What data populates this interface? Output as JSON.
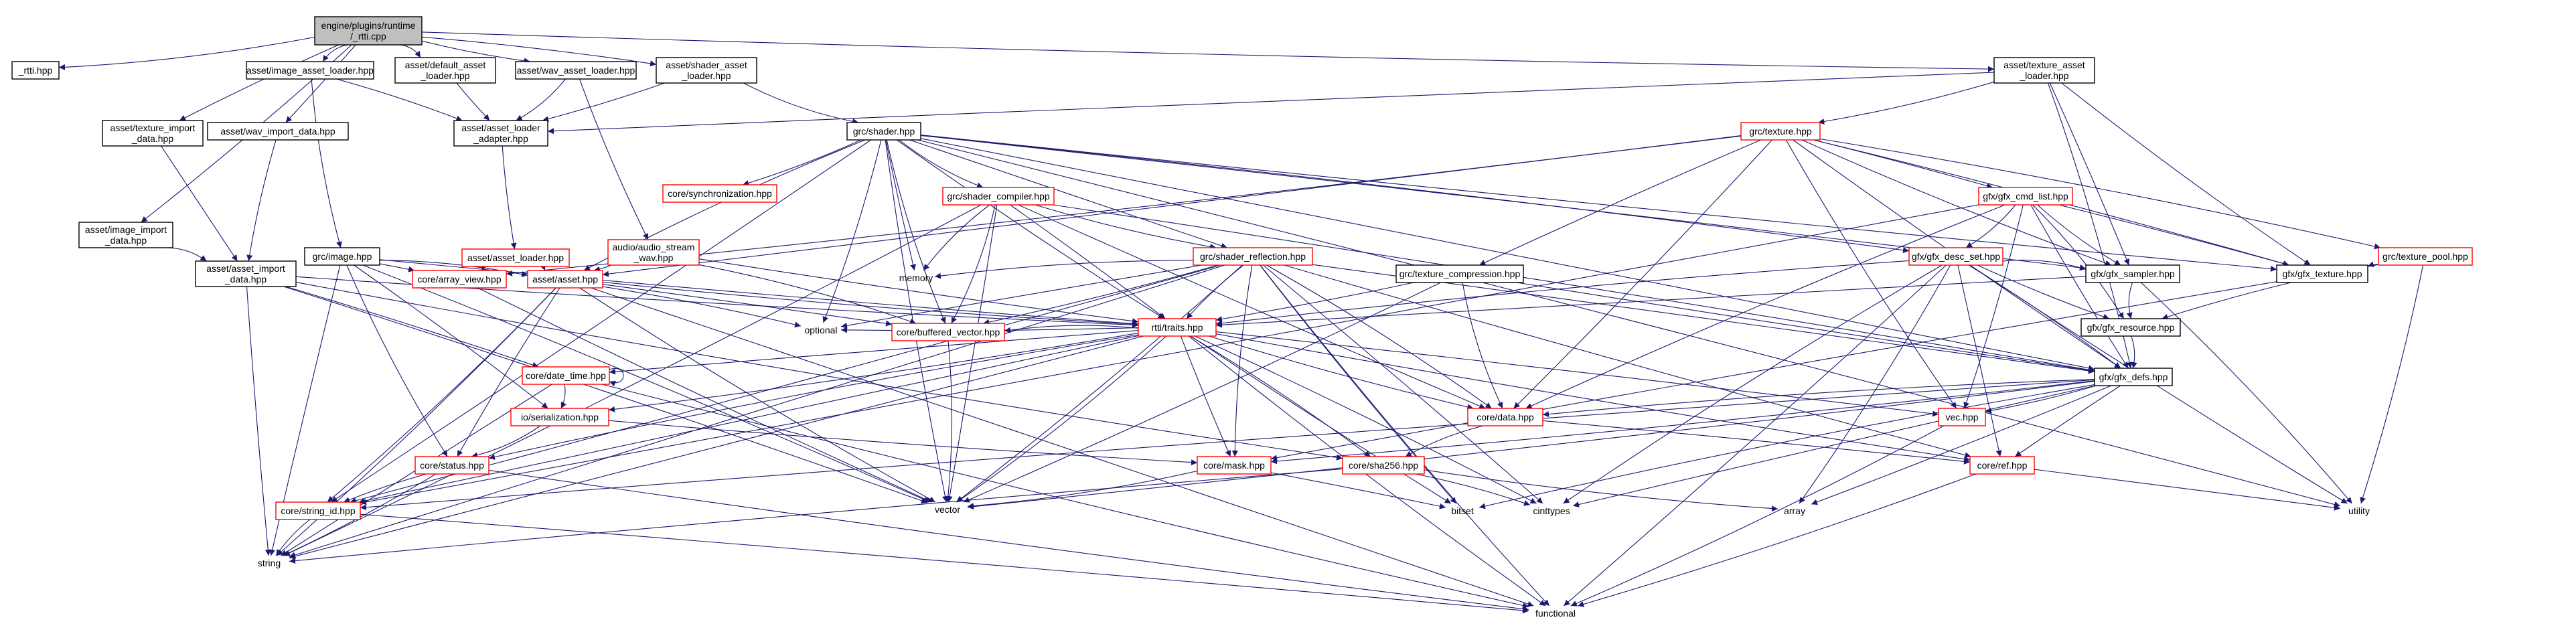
{
  "diagram": {
    "kind": "include-dependency-graph",
    "colors": {
      "edge": "#191970",
      "box_border": "#000000",
      "missing_border": "#ff0000",
      "root_fill": "#bfbfbf",
      "background": "#ffffff"
    },
    "nodes": [
      {
        "id": "root",
        "lines": [
          "engine/plugins/runtime",
          "/_rtti.cpp"
        ],
        "style": "root"
      },
      {
        "id": "rtti_h",
        "lines": [
          "_rtti.hpp"
        ],
        "style": "box"
      },
      {
        "id": "texture_import_data",
        "lines": [
          "asset/texture_import",
          "_data.hpp"
        ],
        "style": "box"
      },
      {
        "id": "image_import_data",
        "lines": [
          "asset/image_import",
          "_data.hpp"
        ],
        "style": "box"
      },
      {
        "id": "image_asset_loader",
        "lines": [
          "asset/image_asset_loader.hpp"
        ],
        "style": "box"
      },
      {
        "id": "wav_import_data",
        "lines": [
          "asset/wav_import_data.hpp"
        ],
        "style": "box"
      },
      {
        "id": "default_asset_loader",
        "lines": [
          "asset/default_asset",
          "_loader.hpp"
        ],
        "style": "box"
      },
      {
        "id": "wav_asset_loader",
        "lines": [
          "asset/wav_asset_loader.hpp"
        ],
        "style": "box"
      },
      {
        "id": "shader_asset_loader",
        "lines": [
          "asset/shader_asset",
          "_loader.hpp"
        ],
        "style": "box"
      },
      {
        "id": "texture_asset_loader",
        "lines": [
          "asset/texture_asset",
          "_loader.hpp"
        ],
        "style": "box"
      },
      {
        "id": "asset_loader_adapter",
        "lines": [
          "asset/asset_loader",
          "_adapter.hpp"
        ],
        "style": "box"
      },
      {
        "id": "shader",
        "lines": [
          "grc/shader.hpp"
        ],
        "style": "box"
      },
      {
        "id": "texture",
        "lines": [
          "grc/texture.hpp"
        ],
        "style": "missing"
      },
      {
        "id": "asset_import_data",
        "lines": [
          "asset/asset_import",
          "_data.hpp"
        ],
        "style": "box"
      },
      {
        "id": "image",
        "lines": [
          "grc/image.hpp"
        ],
        "style": "box"
      },
      {
        "id": "asset_loader",
        "lines": [
          "asset/asset_loader.hpp"
        ],
        "style": "missing"
      },
      {
        "id": "audio_stream_wav",
        "lines": [
          "audio/audio_stream",
          "_wav.hpp"
        ],
        "style": "missing"
      },
      {
        "id": "synchronization",
        "lines": [
          "core/synchronization.hpp"
        ],
        "style": "missing"
      },
      {
        "id": "shader_compiler",
        "lines": [
          "grc/shader_compiler.hpp"
        ],
        "style": "missing"
      },
      {
        "id": "shader_reflection",
        "lines": [
          "grc/shader_reflection.hpp"
        ],
        "style": "missing"
      },
      {
        "id": "gfx_cmd_list",
        "lines": [
          "gfx/gfx_cmd_list.hpp"
        ],
        "style": "missing"
      },
      {
        "id": "gfx_desc_set",
        "lines": [
          "gfx/gfx_desc_set.hpp"
        ],
        "style": "missing"
      },
      {
        "id": "texture_pool",
        "lines": [
          "grc/texture_pool.hpp"
        ],
        "style": "missing"
      },
      {
        "id": "array_view",
        "lines": [
          "core/array_view.hpp"
        ],
        "style": "missing"
      },
      {
        "id": "asset",
        "lines": [
          "asset/asset.hpp"
        ],
        "style": "missing"
      },
      {
        "id": "memory",
        "lines": [
          "memory"
        ],
        "style": "plain"
      },
      {
        "id": "texture_compression",
        "lines": [
          "grc/texture_compression.hpp"
        ],
        "style": "box"
      },
      {
        "id": "gfx_sampler",
        "lines": [
          "gfx/gfx_sampler.hpp"
        ],
        "style": "box"
      },
      {
        "id": "gfx_texture",
        "lines": [
          "gfx/gfx_texture.hpp"
        ],
        "style": "box"
      },
      {
        "id": "rtti_traits",
        "lines": [
          "rtti/traits.hpp"
        ],
        "style": "missing"
      },
      {
        "id": "gfx_resource",
        "lines": [
          "gfx/gfx_resource.hpp"
        ],
        "style": "box"
      },
      {
        "id": "optional",
        "lines": [
          "optional"
        ],
        "style": "plain"
      },
      {
        "id": "buffered_vector",
        "lines": [
          "core/buffered_vector.hpp"
        ],
        "style": "missing"
      },
      {
        "id": "date_time",
        "lines": [
          "core/date_time.hpp"
        ],
        "style": "missing"
      },
      {
        "id": "gfx_defs",
        "lines": [
          "gfx/gfx_defs.hpp"
        ],
        "style": "box"
      },
      {
        "id": "serialization",
        "lines": [
          "io/serialization.hpp"
        ],
        "style": "missing"
      },
      {
        "id": "core_data",
        "lines": [
          "core/data.hpp"
        ],
        "style": "missing"
      },
      {
        "id": "vec",
        "lines": [
          "vec.hpp"
        ],
        "style": "missing"
      },
      {
        "id": "status",
        "lines": [
          "core/status.hpp"
        ],
        "style": "missing"
      },
      {
        "id": "mask",
        "lines": [
          "core/mask.hpp"
        ],
        "style": "missing"
      },
      {
        "id": "sha256",
        "lines": [
          "core/sha256.hpp"
        ],
        "style": "missing"
      },
      {
        "id": "ref",
        "lines": [
          "core/ref.hpp"
        ],
        "style": "missing"
      },
      {
        "id": "string_id",
        "lines": [
          "core/string_id.hpp"
        ],
        "style": "missing"
      },
      {
        "id": "vector",
        "lines": [
          "vector"
        ],
        "style": "plain"
      },
      {
        "id": "bitset",
        "lines": [
          "bitset"
        ],
        "style": "plain"
      },
      {
        "id": "cinttypes",
        "lines": [
          "cinttypes"
        ],
        "style": "plain"
      },
      {
        "id": "array",
        "lines": [
          "array"
        ],
        "style": "plain"
      },
      {
        "id": "utility",
        "lines": [
          "utility"
        ],
        "style": "plain"
      },
      {
        "id": "string",
        "lines": [
          "string"
        ],
        "style": "plain"
      },
      {
        "id": "functional",
        "lines": [
          "functional"
        ],
        "style": "plain"
      }
    ],
    "edges": [
      [
        "root",
        "rtti_h"
      ],
      [
        "root",
        "texture_import_data"
      ],
      [
        "root",
        "image_import_data"
      ],
      [
        "root",
        "image_asset_loader"
      ],
      [
        "root",
        "wav_import_data"
      ],
      [
        "root",
        "default_asset_loader"
      ],
      [
        "root",
        "wav_asset_loader"
      ],
      [
        "root",
        "shader_asset_loader"
      ],
      [
        "root",
        "texture_asset_loader"
      ],
      [
        "texture_import_data",
        "asset_import_data"
      ],
      [
        "image_import_data",
        "asset_import_data"
      ],
      [
        "wav_import_data",
        "asset_import_data"
      ],
      [
        "image_asset_loader",
        "asset_loader_adapter"
      ],
      [
        "image_asset_loader",
        "image"
      ],
      [
        "default_asset_loader",
        "asset_loader_adapter"
      ],
      [
        "wav_asset_loader",
        "asset_loader_adapter"
      ],
      [
        "wav_asset_loader",
        "audio_stream_wav"
      ],
      [
        "shader_asset_loader",
        "asset_loader_adapter"
      ],
      [
        "shader_asset_loader",
        "shader"
      ],
      [
        "texture_asset_loader",
        "asset_loader_adapter"
      ],
      [
        "texture_asset_loader",
        "texture"
      ],
      [
        "texture_asset_loader",
        "gfx_texture"
      ],
      [
        "texture_asset_loader",
        "gfx_sampler"
      ],
      [
        "texture_asset_loader",
        "gfx_defs"
      ],
      [
        "asset_loader_adapter",
        "asset_loader"
      ],
      [
        "asset_loader",
        "asset"
      ],
      [
        "asset_loader",
        "array_view"
      ],
      [
        "audio_stream_wav",
        "asset"
      ],
      [
        "audio_stream_wav",
        "buffered_vector"
      ],
      [
        "audio_stream_wav",
        "rtti_traits"
      ],
      [
        "shader",
        "synchronization"
      ],
      [
        "shader",
        "shader_compiler"
      ],
      [
        "shader",
        "shader_reflection"
      ],
      [
        "shader",
        "gfx_desc_set"
      ],
      [
        "shader",
        "gfx_texture"
      ],
      [
        "shader",
        "gfx_sampler"
      ],
      [
        "shader",
        "asset"
      ],
      [
        "shader",
        "memory"
      ],
      [
        "shader",
        "optional"
      ],
      [
        "shader",
        "rtti_traits"
      ],
      [
        "shader",
        "string_id"
      ],
      [
        "shader",
        "buffered_vector"
      ],
      [
        "shader",
        "gfx_defs"
      ],
      [
        "shader",
        "utility"
      ],
      [
        "shader",
        "vector"
      ],
      [
        "texture",
        "gfx_cmd_list"
      ],
      [
        "texture",
        "texture_pool"
      ],
      [
        "texture",
        "texture_compression"
      ],
      [
        "texture",
        "gfx_texture"
      ],
      [
        "texture",
        "gfx_sampler"
      ],
      [
        "texture",
        "asset"
      ],
      [
        "texture",
        "array_view"
      ],
      [
        "texture",
        "gfx_defs"
      ],
      [
        "texture",
        "core_data"
      ],
      [
        "texture",
        "vec"
      ],
      [
        "image",
        "array_view"
      ],
      [
        "image",
        "asset"
      ],
      [
        "image",
        "rtti_traits"
      ],
      [
        "image",
        "serialization"
      ],
      [
        "image",
        "status"
      ],
      [
        "image",
        "string"
      ],
      [
        "image",
        "vector"
      ],
      [
        "asset_import_data",
        "rtti_traits"
      ],
      [
        "asset_import_data",
        "date_time"
      ],
      [
        "asset_import_data",
        "sha256"
      ],
      [
        "asset_import_data",
        "string"
      ],
      [
        "asset_import_data",
        "vector"
      ],
      [
        "shader_compiler",
        "shader_reflection"
      ],
      [
        "shader_compiler",
        "rtti_traits"
      ],
      [
        "shader_compiler",
        "buffered_vector"
      ],
      [
        "shader_compiler",
        "core_data"
      ],
      [
        "shader_compiler",
        "gfx_defs"
      ],
      [
        "shader_compiler",
        "memory"
      ],
      [
        "shader_compiler",
        "vector"
      ],
      [
        "shader_compiler",
        "string"
      ],
      [
        "shader_reflection",
        "rtti_traits"
      ],
      [
        "shader_reflection",
        "buffered_vector"
      ],
      [
        "shader_reflection",
        "mask"
      ],
      [
        "shader_reflection",
        "gfx_defs"
      ],
      [
        "shader_reflection",
        "core_data"
      ],
      [
        "shader_reflection",
        "ref"
      ],
      [
        "shader_reflection",
        "string_id"
      ],
      [
        "shader_reflection",
        "memory"
      ],
      [
        "shader_reflection",
        "optional"
      ],
      [
        "shader_reflection",
        "vector"
      ],
      [
        "shader_reflection",
        "bitset"
      ],
      [
        "shader_reflection",
        "cinttypes"
      ],
      [
        "shader_reflection",
        "functional"
      ],
      [
        "shader_reflection",
        "string"
      ],
      [
        "gfx_cmd_list",
        "gfx_desc_set"
      ],
      [
        "gfx_cmd_list",
        "gfx_sampler"
      ],
      [
        "gfx_cmd_list",
        "gfx_texture"
      ],
      [
        "gfx_cmd_list",
        "gfx_resource"
      ],
      [
        "gfx_cmd_list",
        "gfx_defs"
      ],
      [
        "gfx_cmd_list",
        "vec"
      ],
      [
        "gfx_cmd_list",
        "core_data"
      ],
      [
        "gfx_cmd_list",
        "string_id"
      ],
      [
        "gfx_desc_set",
        "gfx_sampler"
      ],
      [
        "gfx_desc_set",
        "gfx_resource"
      ],
      [
        "gfx_desc_set",
        "gfx_defs"
      ],
      [
        "gfx_desc_set",
        "rtti_traits"
      ],
      [
        "gfx_desc_set",
        "ref"
      ],
      [
        "gfx_desc_set",
        "array"
      ],
      [
        "gfx_desc_set",
        "utility"
      ],
      [
        "gfx_desc_set",
        "functional"
      ],
      [
        "gfx_desc_set",
        "cinttypes"
      ],
      [
        "texture_pool",
        "gfx_texture"
      ],
      [
        "texture_pool",
        "utility"
      ],
      [
        "texture_pool",
        "mask"
      ],
      [
        "texture_compression",
        "rtti_traits"
      ],
      [
        "texture_compression",
        "core_data"
      ],
      [
        "texture_compression",
        "gfx_defs"
      ],
      [
        "texture_compression",
        "vector"
      ],
      [
        "gfx_sampler",
        "gfx_resource"
      ],
      [
        "gfx_sampler",
        "rtti_traits"
      ],
      [
        "gfx_sampler",
        "utility"
      ],
      [
        "gfx_texture",
        "gfx_resource"
      ],
      [
        "gfx_resource",
        "gfx_defs"
      ],
      [
        "asset",
        "rtti_traits"
      ],
      [
        "asset",
        "buffered_vector"
      ],
      [
        "asset",
        "string_id"
      ],
      [
        "asset",
        "status"
      ],
      [
        "asset",
        "optional"
      ],
      [
        "asset",
        "vector"
      ],
      [
        "asset",
        "functional"
      ],
      [
        "asset",
        "string"
      ],
      [
        "array_view",
        "vector"
      ],
      [
        "rtti_traits",
        "optional"
      ],
      [
        "rtti_traits",
        "buffered_vector"
      ],
      [
        "rtti_traits",
        "date_time"
      ],
      [
        "rtti_traits",
        "serialization"
      ],
      [
        "rtti_traits",
        "core_data"
      ],
      [
        "rtti_traits",
        "vec"
      ],
      [
        "rtti_traits",
        "status"
      ],
      [
        "rtti_traits",
        "mask"
      ],
      [
        "rtti_traits",
        "sha256"
      ],
      [
        "rtti_traits",
        "ref"
      ],
      [
        "rtti_traits",
        "string_id"
      ],
      [
        "rtti_traits",
        "vector"
      ],
      [
        "rtti_traits",
        "bitset"
      ],
      [
        "rtti_traits",
        "cinttypes"
      ],
      [
        "rtti_traits",
        "functional"
      ],
      [
        "rtti_traits",
        "string"
      ],
      [
        "buffered_vector",
        "vector"
      ],
      [
        "date_time",
        "date_time"
      ],
      [
        "date_time",
        "serialization"
      ],
      [
        "date_time",
        "functional"
      ],
      [
        "date_time",
        "string"
      ],
      [
        "serialization",
        "status"
      ],
      [
        "serialization",
        "mask"
      ],
      [
        "gfx_defs",
        "vec"
      ],
      [
        "gfx_defs",
        "core_data"
      ],
      [
        "gfx_defs",
        "ref"
      ],
      [
        "gfx_defs",
        "mask"
      ],
      [
        "gfx_defs",
        "string_id"
      ],
      [
        "gfx_defs",
        "array"
      ],
      [
        "gfx_defs",
        "bitset"
      ],
      [
        "gfx_defs",
        "cinttypes"
      ],
      [
        "gfx_defs",
        "vector"
      ],
      [
        "core_data",
        "sha256"
      ],
      [
        "core_data",
        "ref"
      ],
      [
        "vec",
        "functional"
      ],
      [
        "status",
        "string_id"
      ],
      [
        "status",
        "string"
      ],
      [
        "status",
        "functional"
      ],
      [
        "mask",
        "bitset"
      ],
      [
        "mask",
        "vector"
      ],
      [
        "sha256",
        "string"
      ],
      [
        "sha256",
        "cinttypes"
      ],
      [
        "sha256",
        "array"
      ],
      [
        "ref",
        "utility"
      ],
      [
        "ref",
        "functional"
      ],
      [
        "string_id",
        "string"
      ],
      [
        "string_id",
        "functional"
      ]
    ]
  }
}
